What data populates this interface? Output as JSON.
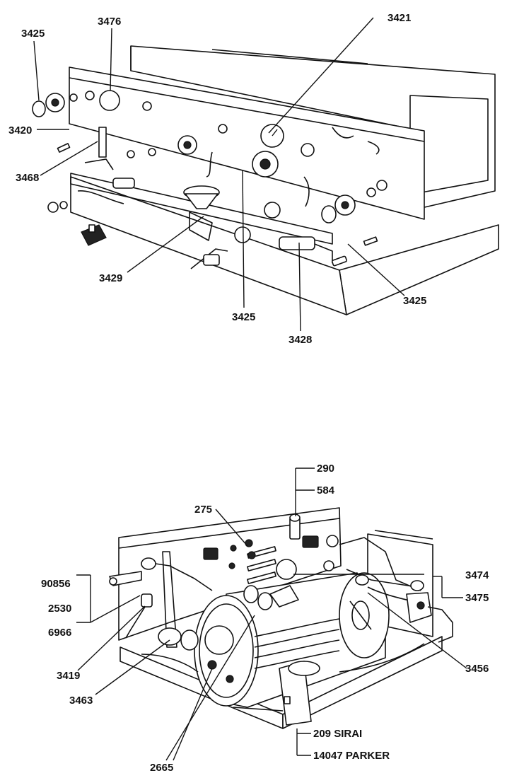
{
  "diagram_top": {
    "callouts": {
      "c3425a": "3425",
      "c3476": "3476",
      "c3421": "3421",
      "c3420": "3420",
      "c3468": "3468",
      "c3429": "3429",
      "c3425b": "3425",
      "c3428": "3428",
      "c3425c": "3425"
    }
  },
  "diagram_bottom": {
    "callouts": {
      "c290": "290",
      "c584": "584",
      "c275": "275",
      "c3474": "3474",
      "c3475": "3475",
      "c90856": "90856",
      "c2530": "2530",
      "c6966": "6966",
      "c3419": "3419",
      "c3463": "3463",
      "c3456": "3456",
      "c2665": "2665",
      "c209": "209 SIRAI",
      "c14047": "14047 PARKER"
    }
  }
}
